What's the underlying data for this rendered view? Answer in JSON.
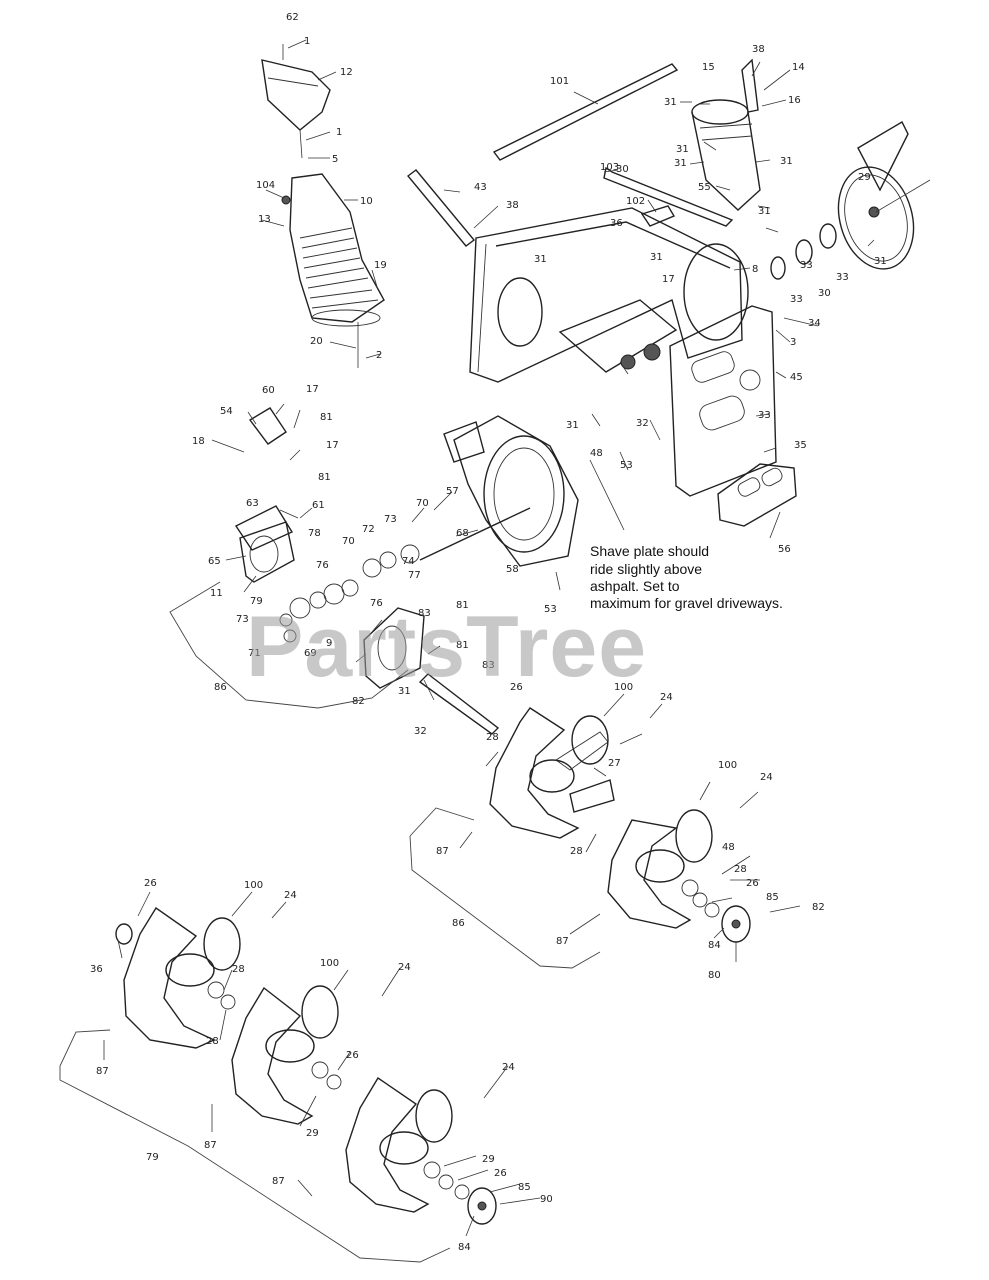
{
  "note": {
    "lines": [
      "Shave plate should",
      "ride slightly above",
      "ashpalt. Set to",
      "maximum for gravel driveways."
    ]
  },
  "watermark": "PartsTree",
  "callouts": [
    "62",
    "1",
    "12",
    "1",
    "5",
    "104",
    "13",
    "10",
    "19",
    "20",
    "2",
    "101",
    "43",
    "38",
    "36",
    "30",
    "103",
    "102",
    "15",
    "14",
    "16",
    "31",
    "38",
    "31",
    "31",
    "55",
    "31",
    "31",
    "29",
    "31",
    "31",
    "17",
    "8",
    "33",
    "33",
    "30",
    "33",
    "3",
    "34",
    "31",
    "45",
    "33",
    "32",
    "31",
    "53",
    "35",
    "56",
    "48",
    "60",
    "17",
    "54",
    "81",
    "18",
    "17",
    "81",
    "63",
    "61",
    "65",
    "78",
    "11",
    "70",
    "57",
    "72",
    "73",
    "70",
    "74",
    "76",
    "68",
    "77",
    "76",
    "79",
    "73",
    "71",
    "69",
    "9",
    "83",
    "81",
    "86",
    "82",
    "81",
    "31",
    "83",
    "32",
    "58",
    "53",
    "26",
    "100",
    "24",
    "28",
    "27",
    "28",
    "87",
    "100",
    "24",
    "48",
    "28",
    "26",
    "85",
    "82",
    "84",
    "87",
    "80",
    "86",
    "26",
    "100",
    "24",
    "36",
    "28",
    "28",
    "87",
    "100",
    "24",
    "26",
    "29",
    "87",
    "79",
    "24",
    "29",
    "26",
    "85",
    "87",
    "84",
    "90"
  ]
}
